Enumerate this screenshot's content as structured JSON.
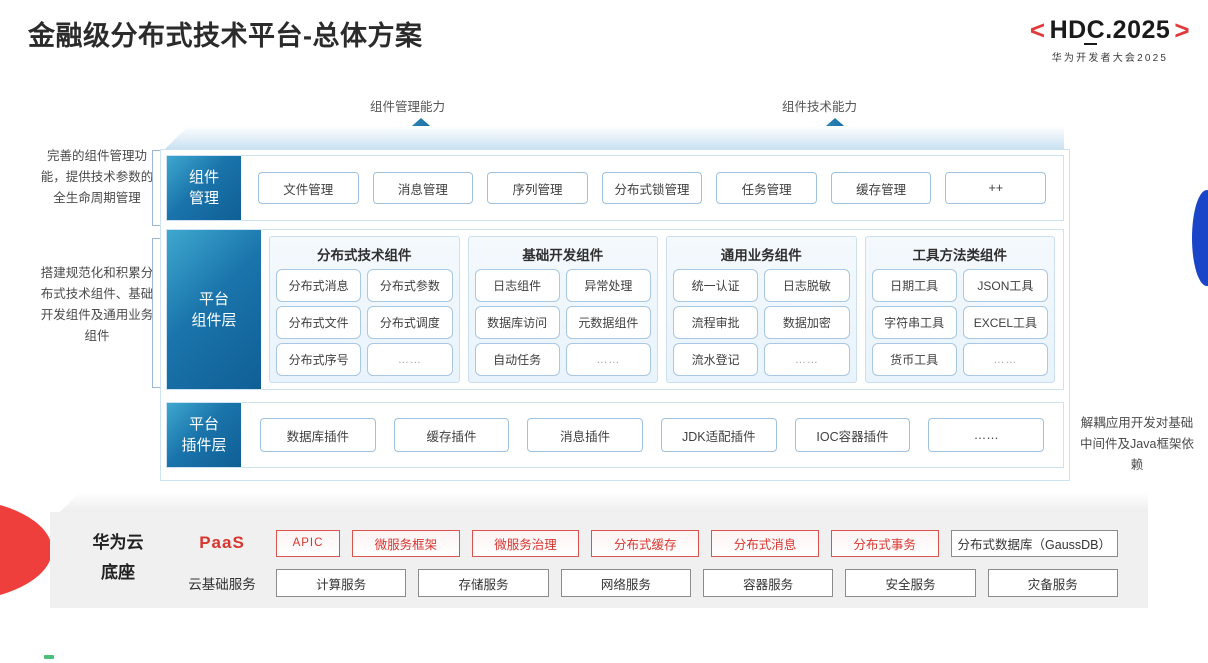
{
  "header": {
    "title": "金融级分布式技术平台-总体方案",
    "logo": {
      "bracket_left": "<",
      "bracket_right": ">",
      "main": "HDC.2025",
      "sub": "华为开发者大会2025",
      "accent_color": "#e2393a"
    }
  },
  "arrows": [
    {
      "label": "组件管理能力"
    },
    {
      "label": "组件技术能力"
    }
  ],
  "side_notes": {
    "left": [
      "完善的组件管理功能，提供技术参数的全生命周期管理",
      "搭建规范化和积累分布式技术组件、基础开发组件及通用业务组件"
    ],
    "right": "解耦应用开发对基础中间件及Java框架依赖"
  },
  "layers": {
    "management": {
      "label": "组件\n管理",
      "label_line1": "组件",
      "label_line2": "管理",
      "chips": [
        "文件管理",
        "消息管理",
        "序列管理",
        "分布式锁管理",
        "任务管理",
        "缓存管理",
        "++"
      ]
    },
    "component": {
      "label_line1": "平台",
      "label_line2": "组件层",
      "groups": [
        {
          "title": "分布式技术组件",
          "cells": [
            "分布式消息",
            "分布式参数",
            "分布式文件",
            "分布式调度",
            "分布式序号",
            "……"
          ]
        },
        {
          "title": "基础开发组件",
          "cells": [
            "日志组件",
            "异常处理",
            "数据库访问",
            "元数据组件",
            "自动任务",
            "……"
          ]
        },
        {
          "title": "通用业务组件",
          "cells": [
            "统一认证",
            "日志脱敏",
            "流程审批",
            "数据加密",
            "流水登记",
            "……"
          ]
        },
        {
          "title": "工具方法类组件",
          "cells": [
            "日期工具",
            "JSON工具",
            "字符串工具",
            "EXCEL工具",
            "货币工具",
            "……"
          ]
        }
      ]
    },
    "plugin": {
      "label_line1": "平台",
      "label_line2": "插件层",
      "chips": [
        "数据库插件",
        "缓存插件",
        "消息插件",
        "JDK适配插件",
        "IOC容器插件",
        "……"
      ]
    }
  },
  "base": {
    "title_line1": "华为云",
    "title_line2": "底座",
    "paas": {
      "tag": "PaaS",
      "items": [
        "APIC",
        "微服务框架",
        "微服务治理",
        "分布式缓存",
        "分布式消息",
        "分布式事务"
      ],
      "highlight_item": "分布式数据库（GaussDB）",
      "accent_color": "#d9352f"
    },
    "infra": {
      "tag": "云基础服务",
      "items": [
        "计算服务",
        "存储服务",
        "网络服务",
        "容器服务",
        "安全服务",
        "灾备服务"
      ]
    }
  }
}
